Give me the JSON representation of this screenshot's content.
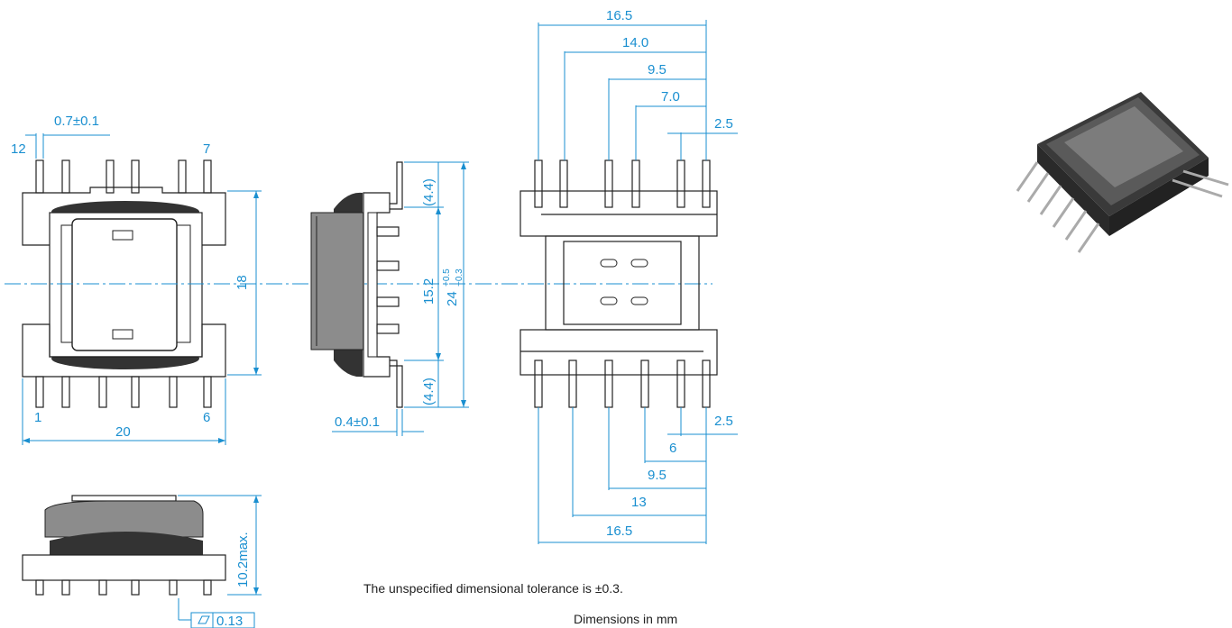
{
  "front_view": {
    "pin_pitch_label": "0.7±0.1",
    "pin_top_left": "12",
    "pin_top_right": "7",
    "pin_bottom_left": "1",
    "pin_bottom_right": "6",
    "width_label": "20",
    "height_label": "18"
  },
  "side_view": {
    "core_label": "15.2",
    "total_label": "24",
    "total_tol_plus": "+0.5",
    "total_tol_minus": "−0.3",
    "pin_len_top": "(4.4)",
    "pin_len_bottom": "(4.4)",
    "pin_thick_label": "0.4±0.1"
  },
  "bottom_view": {
    "top_dims": [
      "16.5",
      "14.0",
      "9.5",
      "7.0",
      "2.5"
    ],
    "bottom_dims": [
      "2.5",
      "6",
      "9.5",
      "13",
      "16.5"
    ]
  },
  "profile_view": {
    "height_label": "10.2max.",
    "flatness_value": "0.13"
  },
  "notes": {
    "tolerance": "The unspecified dimensional tolerance is ±0.3.",
    "units": "Dimensions in mm"
  },
  "colors": {
    "dimension": "#1a8fd0",
    "outline": "#222222",
    "core": "#8c8c8c",
    "winding": "#333333"
  }
}
